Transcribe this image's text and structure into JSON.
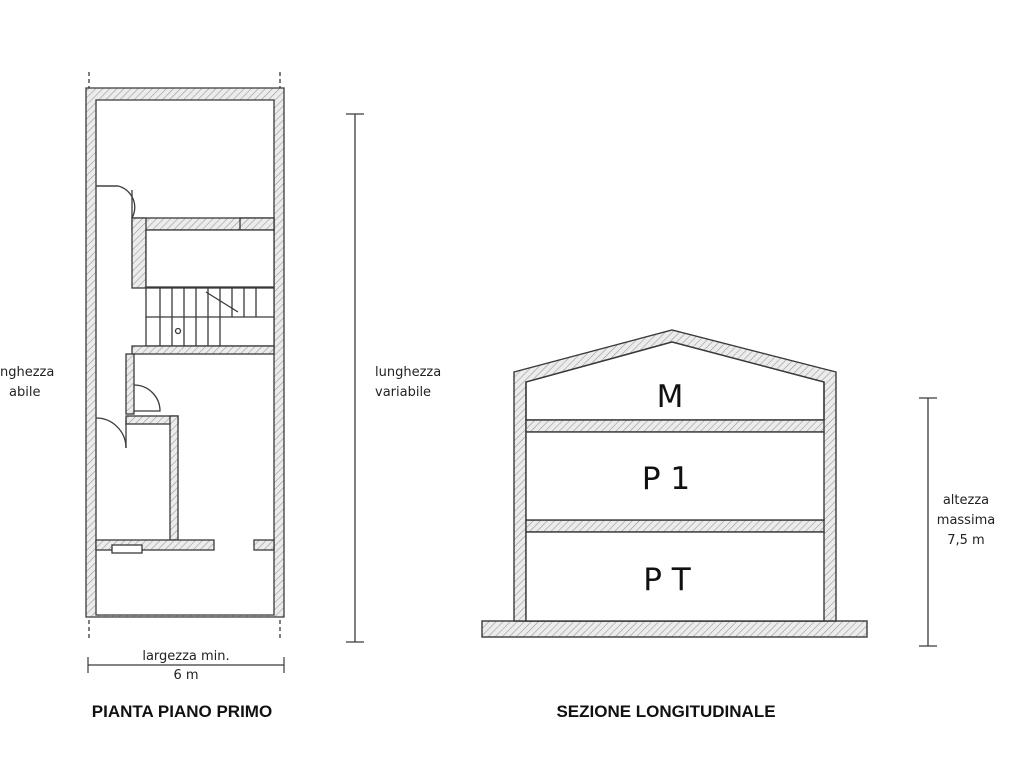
{
  "plan": {
    "left_label_line1": "nghezza",
    "left_label_line2": "abile",
    "width_label_line1": "largezza min.",
    "width_label_line2": "6 m",
    "caption": "PIANTA PIANO PRIMO"
  },
  "length": {
    "label_line1": "lunghezza",
    "label_line2": "variabile"
  },
  "section": {
    "floors": [
      "M",
      "P 1",
      "P T"
    ],
    "height_label_line1": "altezza",
    "height_label_line2": "massima",
    "height_label_line3": "7,5 m",
    "caption": "SEZIONE LONGITUDINALE"
  },
  "colors": {
    "line": "#3a3a3a",
    "hatch_fill": "#d9d9d9",
    "background": "#ffffff"
  }
}
